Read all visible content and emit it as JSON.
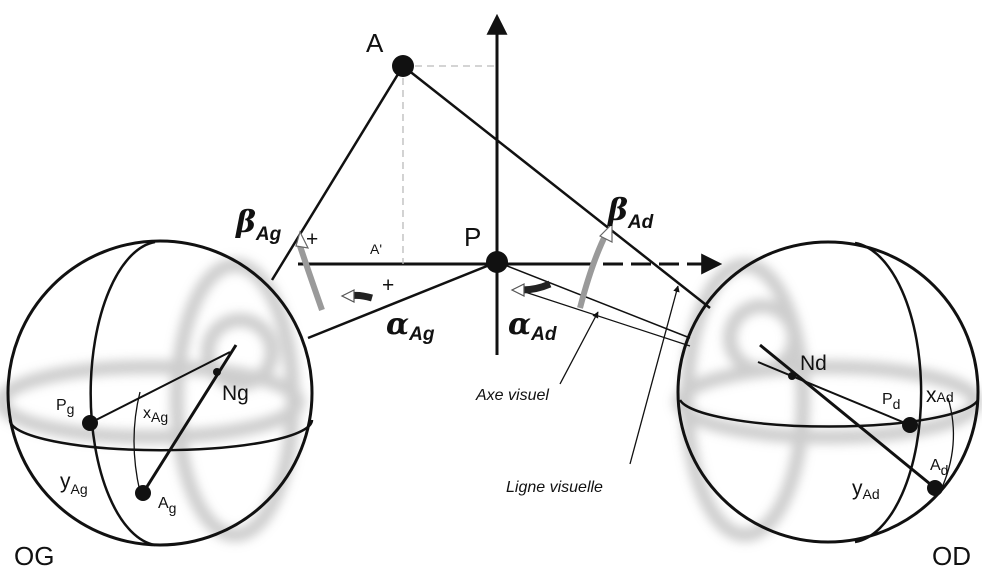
{
  "labels": {
    "point_a": "A",
    "point_a_prime": "A'",
    "point_p": "P",
    "beta_left": {
      "main": "β",
      "sub": "Ag"
    },
    "beta_right": {
      "main": "β",
      "sub": "Ad"
    },
    "alpha_left": {
      "main": "α",
      "sub": "Ag"
    },
    "alpha_right": {
      "main": "α",
      "sub": "Ad"
    },
    "plus": "+",
    "axe_visuel": "Axe visuel",
    "ligne_visuelle": "Ligne visuelle",
    "left_eye": {
      "name": "OG",
      "node": "Ng",
      "pupil": {
        "main": "P",
        "sub": "g"
      },
      "x_coord": {
        "main": "x",
        "sub": "Ag"
      },
      "y_coord": {
        "main": "y",
        "sub": "Ag"
      },
      "image": {
        "main": "A",
        "sub": "g"
      }
    },
    "right_eye": {
      "name": "OD",
      "node": "Nd",
      "pupil": {
        "main": "P",
        "sub": "d"
      },
      "x_coord": {
        "main": "x",
        "sub": "Ad"
      },
      "y_coord": {
        "main": "y",
        "sub": "Ad"
      },
      "image": {
        "main": "A",
        "sub": "d"
      }
    }
  },
  "colors": {
    "stroke": "#111111",
    "shadow": "#bdbdbd",
    "arrow_gray": "#9a9a9a",
    "dashed": "#bbbbbb"
  }
}
